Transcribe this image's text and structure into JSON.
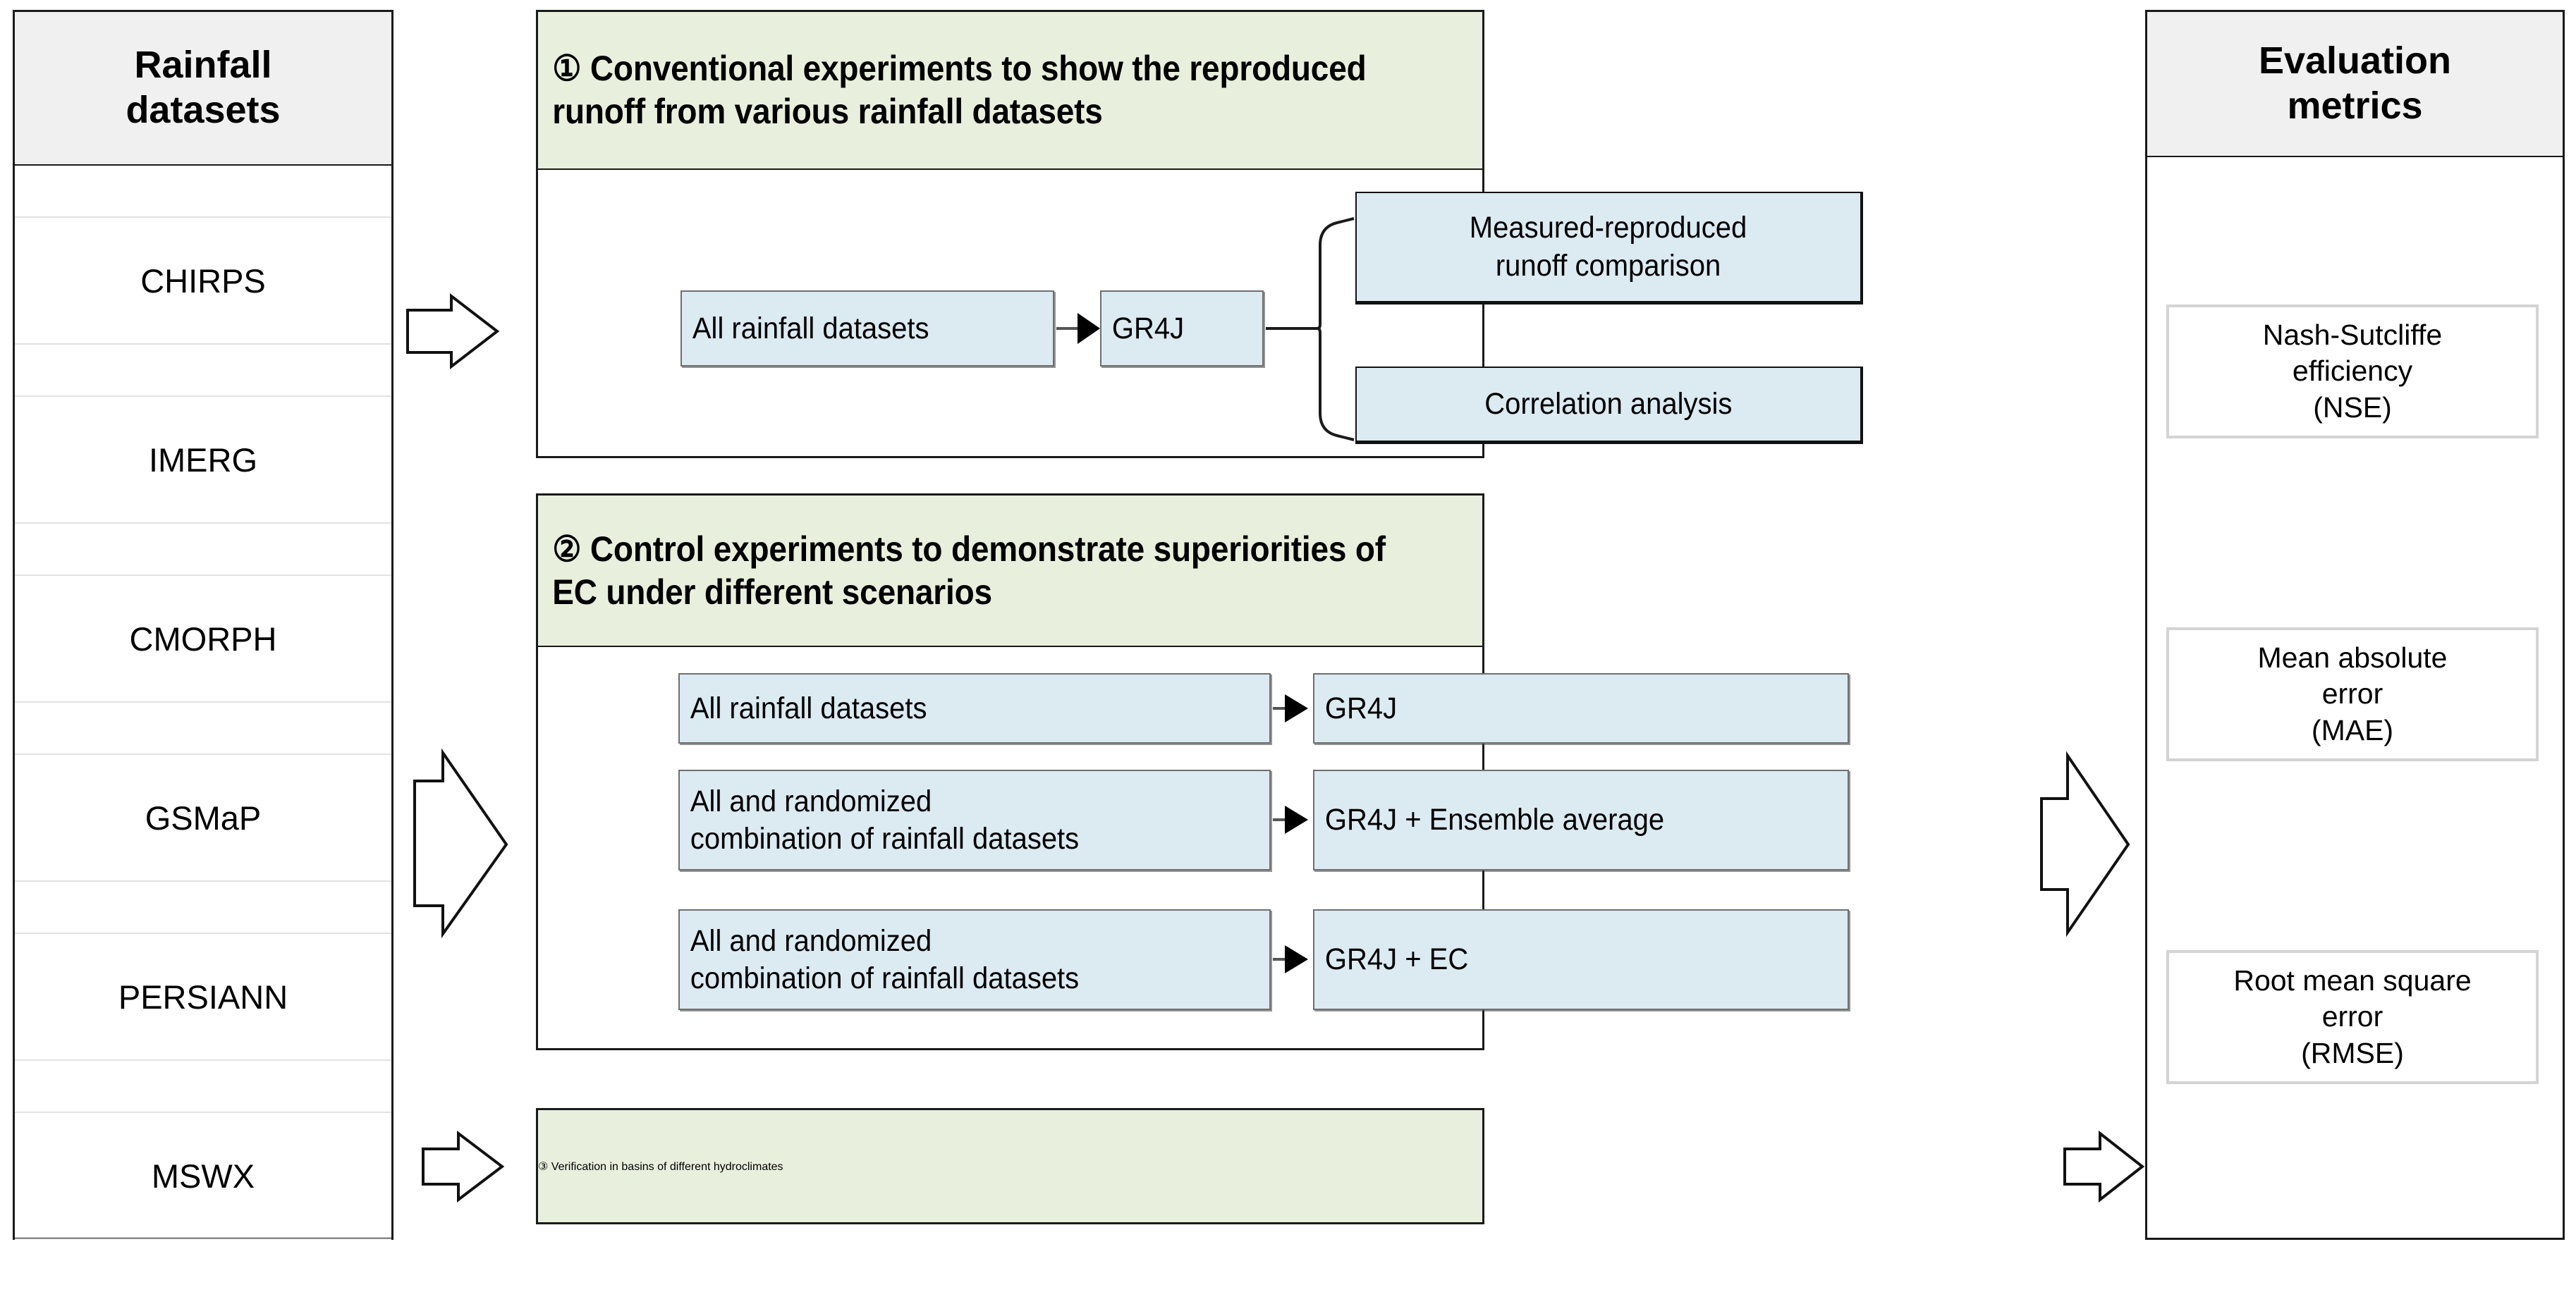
{
  "left_panel": {
    "title": "Rainfall\ndatasets",
    "datasets": [
      "CHIRPS",
      "IMERG",
      "CMORPH",
      "GSMaP",
      "PERSIANN",
      "MSWX"
    ]
  },
  "sections": [
    {
      "number": "①",
      "title": "① Conventional experiments to show the reproduced runoff\nfrom various rainfall datasets",
      "input_box": "All rainfall datasets",
      "model_box": "GR4J",
      "outcomes": [
        "Measured-reproduced\nrunoff comparison",
        "Correlation analysis"
      ]
    },
    {
      "number": "②",
      "title": "② Control experiments to demonstrate superiorities of EC\nunder different scenarios",
      "rows": [
        {
          "input": "All rainfall datasets",
          "model": "GR4J"
        },
        {
          "input": "All and randomized\ncombination of rainfall datasets",
          "model": "GR4J + Ensemble average"
        },
        {
          "input": "All and randomized\ncombination of rainfall datasets",
          "model": "GR4J + EC"
        }
      ]
    },
    {
      "number": "③",
      "title": "③ Verification in basins of different hydroclimates"
    }
  ],
  "right_panel": {
    "title": "Evaluation\nmetrics",
    "metrics": [
      "Nash-Sutcliffe\nefficiency\n(NSE)",
      "Mean absolute\nerror\n(MAE)",
      "Root mean square\nerror\n(RMSE)"
    ]
  },
  "colors": {
    "section_header_green": "#e9efdd",
    "process_box_blue": "#dceaf2",
    "panel_header_gray": "#f0f0f0",
    "metric_border_gray": "#d4d4d4",
    "outline_black": "#1a1a1a"
  },
  "icons": {
    "block_arrow": "block-arrow-right-icon",
    "flow_arrow": "flow-arrow-right-icon",
    "brace": "curly-brace-icon"
  }
}
